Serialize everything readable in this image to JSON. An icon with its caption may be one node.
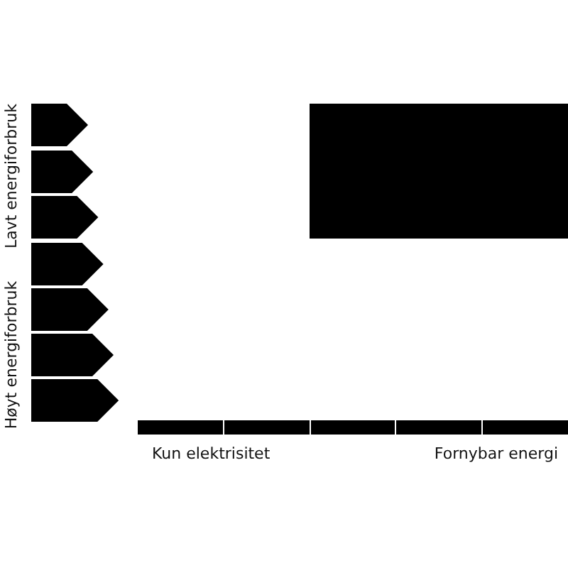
{
  "diagram": {
    "nodes": [
      {
        "text": [],
        "shape": "box"
      }
    ],
    "labels": [
      "Lavt energiforbruk",
      "Høyt energiforbruk",
      "Kun elektrisitet",
      "Fornybar energi"
    ]
  }
}
